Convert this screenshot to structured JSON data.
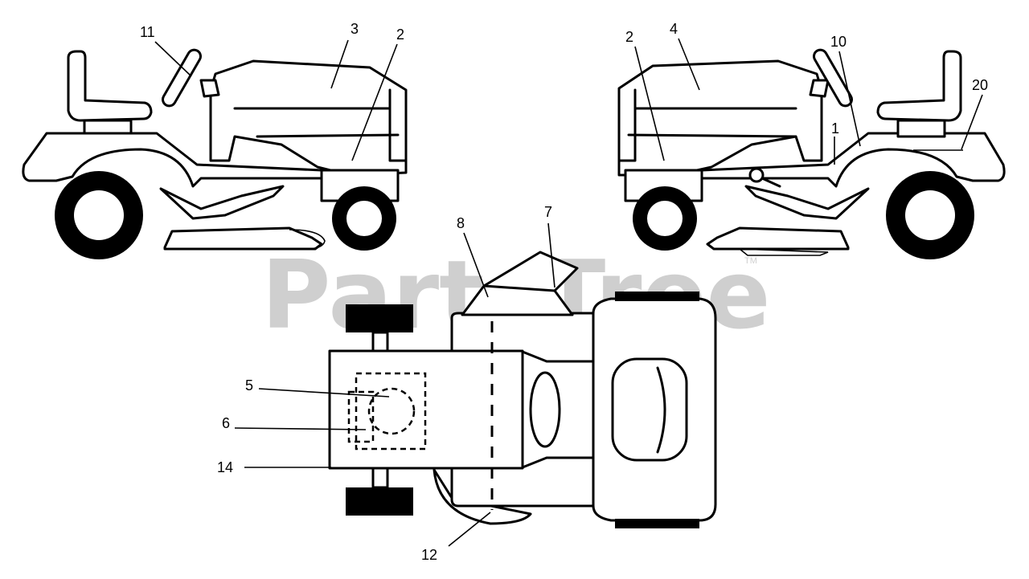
{
  "watermark": {
    "text": "PartsTree",
    "trademark": "TM"
  },
  "callouts": {
    "left_view": {
      "n11": "11",
      "n3": "3",
      "n2": "2"
    },
    "right_view": {
      "n2": "2",
      "n4": "4",
      "n10": "10",
      "n20": "20",
      "n1": "1"
    },
    "top_view": {
      "n8": "8",
      "n7": "7",
      "n5": "5",
      "n6": "6",
      "n14": "14",
      "n12": "12"
    }
  }
}
